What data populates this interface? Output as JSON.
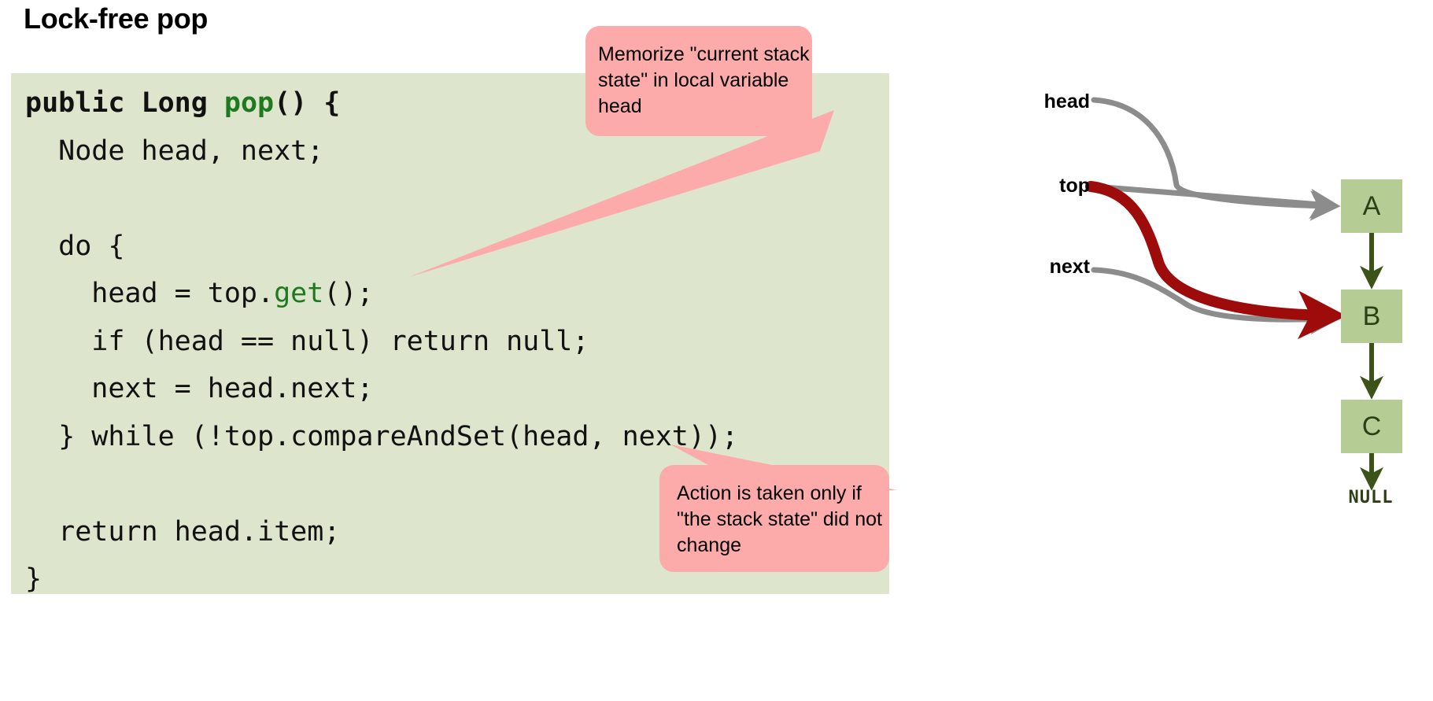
{
  "slide": {
    "title": "Lock-free pop"
  },
  "code": {
    "language": "java",
    "background_color": "#dde5cd",
    "method_color": "#1f7a1f",
    "lines": [
      "public Long pop() {",
      "  Node head, next;",
      "",
      "  do {",
      "    head = top.get();",
      "    if (head == null) return null;",
      "    next = head.next;",
      "  } while (!top.compareAndSet(head, next));",
      "",
      "  return head.item;",
      "}"
    ],
    "tokens": {
      "l1_a": "public Long ",
      "l1_b": "pop",
      "l1_c": "() {",
      "l2": "  Node head, next;",
      "l3": "",
      "l4": "  do {",
      "l5_a": "    head = top.",
      "l5_b": "get",
      "l5_c": "();",
      "l6": "    if (head == null) return null;",
      "l7": "    next = head.next;",
      "l8": "  } while (!top.compareAndSet(head, next));",
      "l9": "",
      "l10": "  return head.item;",
      "l11": "}"
    }
  },
  "callouts": [
    {
      "id": "memorize",
      "text": "Memorize \"current stack state\" in local variable head",
      "color": "#fcaaaa"
    },
    {
      "id": "action",
      "text": "Action is taken only if \"the stack state\" did not change",
      "color": "#fcaaaa"
    }
  ],
  "diagram": {
    "pointers": [
      {
        "name": "head",
        "label": "head",
        "target": "A",
        "color": "#8c8c8c"
      },
      {
        "name": "top",
        "label": "top",
        "target": "B",
        "color": "#9e0b0b"
      },
      {
        "name": "next",
        "label": "next",
        "target": "B",
        "color": "#8c8c8c"
      }
    ],
    "nodes": [
      {
        "label": "A"
      },
      {
        "label": "B"
      },
      {
        "label": "C"
      }
    ],
    "terminator": "NULL",
    "node_color": "#b5cd95",
    "link_color": "#3d5219",
    "gray_arrow_color": "#8c8c8c",
    "red_arrow_color": "#9e0b0b"
  }
}
